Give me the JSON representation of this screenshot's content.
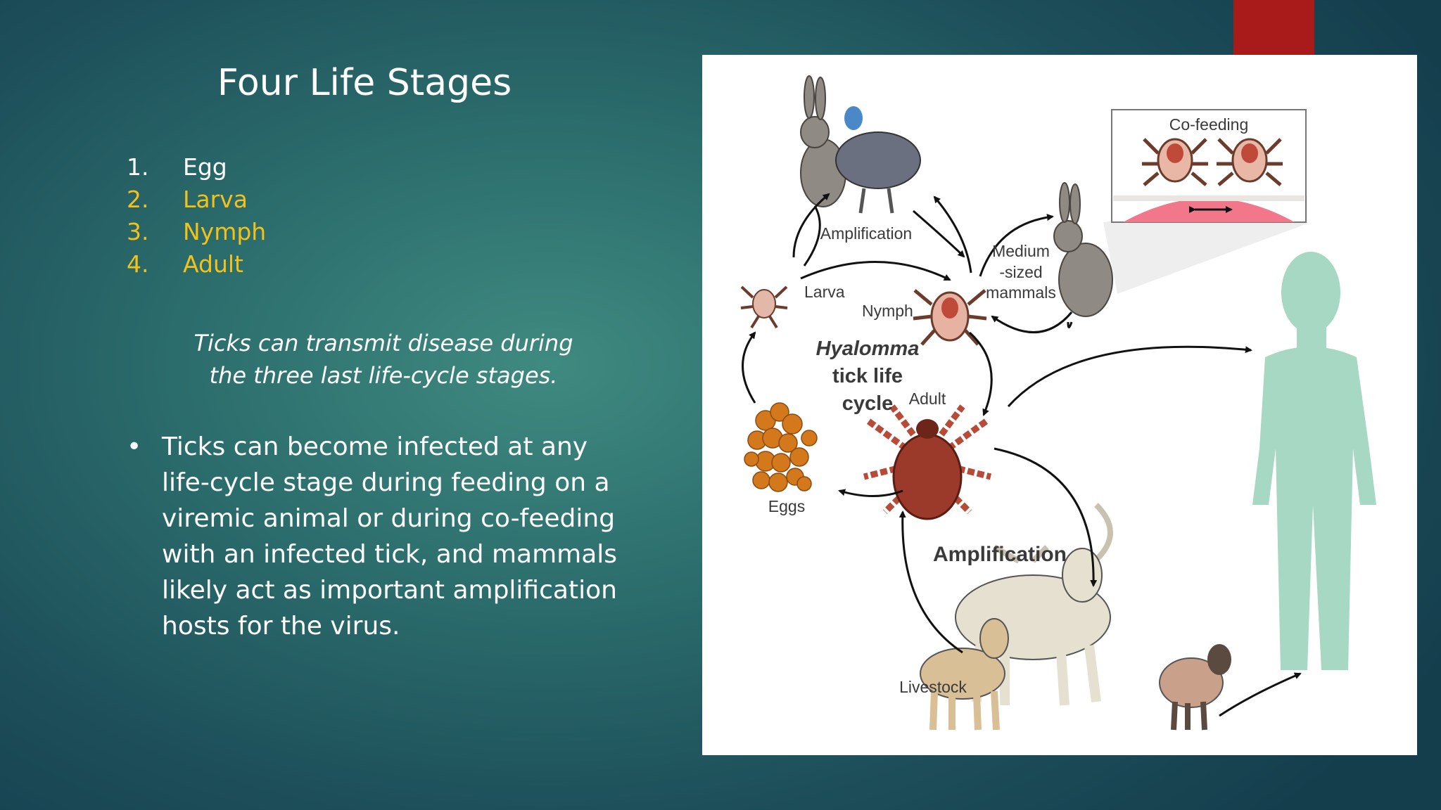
{
  "slide": {
    "title": "Four Life Stages",
    "stages": [
      {
        "num": "1.",
        "label": "Egg",
        "color": "#ffffff"
      },
      {
        "num": "2.",
        "label": "Larva",
        "color": "#f2c21a"
      },
      {
        "num": "3.",
        "label": "Nymph",
        "color": "#f2c21a"
      },
      {
        "num": "4.",
        "label": "Adult",
        "color": "#f2c21a"
      }
    ],
    "caption_line1": "Ticks can transmit disease during",
    "caption_line2": "the three last life-cycle stages.",
    "bullet_text": "Ticks can become infected at any life-cycle stage during feeding on a viremic animal or during co-feeding with an infected tick, and mammals likely act as important amplification hosts for the virus."
  },
  "figure": {
    "cofeeding": "Co-feeding",
    "amplification_top": "Amplification",
    "medium_line1": "Medium",
    "medium_line2": "-sized",
    "medium_line3": "mammals",
    "larva": "Larva",
    "nymph": "Nymph",
    "title_line1": "Hyalomma",
    "title_line2": "tick life",
    "title_line3": "cycle",
    "adult": "Adult",
    "eggs": "Eggs",
    "amplification_bottom": "Amplification",
    "livestock": "Livestock"
  },
  "colors": {
    "accent_red": "#a91b1b",
    "highlight_yellow": "#f2c21a",
    "human_silhouette": "#a6d8c4",
    "tick_body": "#9b3a2a"
  }
}
